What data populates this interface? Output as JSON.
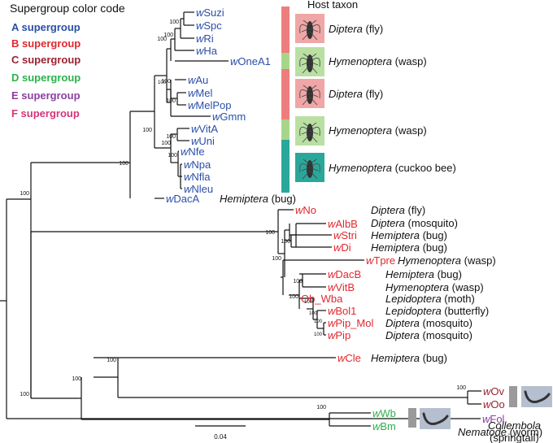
{
  "legend": {
    "title": "Supergroup color code",
    "items": [
      {
        "label": "A supergroup",
        "color": "#2b4fa8"
      },
      {
        "label": "B supergroup",
        "color": "#e0282e"
      },
      {
        "label": "C supergroup",
        "color": "#9b2230"
      },
      {
        "label": "D supergroup",
        "color": "#2bb24c"
      },
      {
        "label": "E supergroup",
        "color": "#8a3fa0"
      },
      {
        "label": "F supergroup",
        "color": "#d4357a"
      }
    ]
  },
  "host_header": "Host taxon",
  "scale_bar_label": "0.04",
  "taxa": [
    {
      "w": "w",
      "rest": "Suzi",
      "group": "A"
    },
    {
      "w": "w",
      "rest": "Spc",
      "group": "A"
    },
    {
      "w": "w",
      "rest": "Ri",
      "group": "A"
    },
    {
      "w": "w",
      "rest": "Ha",
      "group": "A"
    },
    {
      "w": "w",
      "rest": "OneA1",
      "group": "A"
    },
    {
      "w": "w",
      "rest": "Au",
      "group": "A"
    },
    {
      "w": "w",
      "rest": "Mel",
      "group": "A"
    },
    {
      "w": "w",
      "rest": "MelPop",
      "group": "A"
    },
    {
      "w": "w",
      "rest": "Gmm",
      "group": "A"
    },
    {
      "w": "w",
      "rest": "VitA",
      "group": "A"
    },
    {
      "w": "w",
      "rest": "Uni",
      "group": "A"
    },
    {
      "w": "w",
      "rest": "Nfe",
      "group": "A"
    },
    {
      "w": "w",
      "rest": "Npa",
      "group": "A"
    },
    {
      "w": "w",
      "rest": "Nfla",
      "group": "A"
    },
    {
      "w": "w",
      "rest": "Nleu",
      "group": "A"
    },
    {
      "w": "w",
      "rest": "DacA",
      "group": "A"
    },
    {
      "w": "w",
      "rest": "No",
      "group": "B"
    },
    {
      "w": "w",
      "rest": "AlbB",
      "group": "B"
    },
    {
      "w": "w",
      "rest": "Stri",
      "group": "B"
    },
    {
      "w": "w",
      "rest": "Di",
      "group": "B"
    },
    {
      "w": "w",
      "rest": "Tpre",
      "group": "B"
    },
    {
      "w": "w",
      "rest": "DacB",
      "group": "B"
    },
    {
      "w": "w",
      "rest": "VitB",
      "group": "B"
    },
    {
      "w": "",
      "rest": "Ob_Wba",
      "group": "B"
    },
    {
      "w": "w",
      "rest": "Bol1",
      "group": "B"
    },
    {
      "w": "w",
      "rest": "Pip_Mol",
      "group": "B"
    },
    {
      "w": "w",
      "rest": "Pip",
      "group": "B"
    },
    {
      "w": "w",
      "rest": "Cle",
      "group": "B"
    },
    {
      "w": "w",
      "rest": "Ov",
      "group": "C"
    },
    {
      "w": "w",
      "rest": "Oo",
      "group": "C"
    },
    {
      "w": "w",
      "rest": "Wb",
      "group": "D"
    },
    {
      "w": "w",
      "rest": "Bm",
      "group": "D"
    },
    {
      "w": "w",
      "rest": "Fol",
      "group": "E"
    }
  ],
  "host_labels_a": [
    {
      "italic": "Diptera",
      "plain": " (fly)"
    },
    {
      "italic": "Hymenoptera",
      "plain": " (wasp)"
    },
    {
      "italic": "Diptera",
      "plain": " (fly)"
    },
    {
      "italic": "Hymenoptera",
      "plain": " (wasp)"
    },
    {
      "italic": "Hymenoptera",
      "plain": " (cuckoo bee)"
    }
  ],
  "host_labels_inline": [
    {
      "italic": "Hemiptera",
      "plain": " (bug)"
    },
    {
      "italic": "Diptera",
      "plain": " (fly)"
    },
    {
      "italic": "Diptera",
      "plain": " (mosquito)"
    },
    {
      "italic": "Hemiptera",
      "plain": " (bug)"
    },
    {
      "italic": "Hemiptera",
      "plain": " (bug)"
    },
    {
      "italic": "Hymenoptera",
      "plain": " (wasp)"
    },
    {
      "italic": "Hemiptera",
      "plain": " (bug)"
    },
    {
      "italic": "Hymenoptera",
      "plain": " (wasp)"
    },
    {
      "italic": "Lepidoptera",
      "plain": " (moth)"
    },
    {
      "italic": "Lepidoptera",
      "plain": " (butterfly)"
    },
    {
      "italic": "Diptera",
      "plain": " (mosquito)"
    },
    {
      "italic": "Diptera",
      "plain": " (mosquito)"
    },
    {
      "italic": "Hemiptera",
      "plain": " (bug)"
    },
    {
      "italic": "Nematode",
      "plain": " (worm)"
    },
    {
      "italic": "Collembola",
      "plain": ""
    },
    {
      "italic": "",
      "plain": "(springtail)"
    }
  ],
  "bootstrap": {
    "value": "100"
  },
  "host_bar_colors": {
    "fly": "#ee7d7d",
    "wasp": "#a7d68a",
    "bee": "#2aa79b",
    "worm": "#9a9a9a"
  }
}
